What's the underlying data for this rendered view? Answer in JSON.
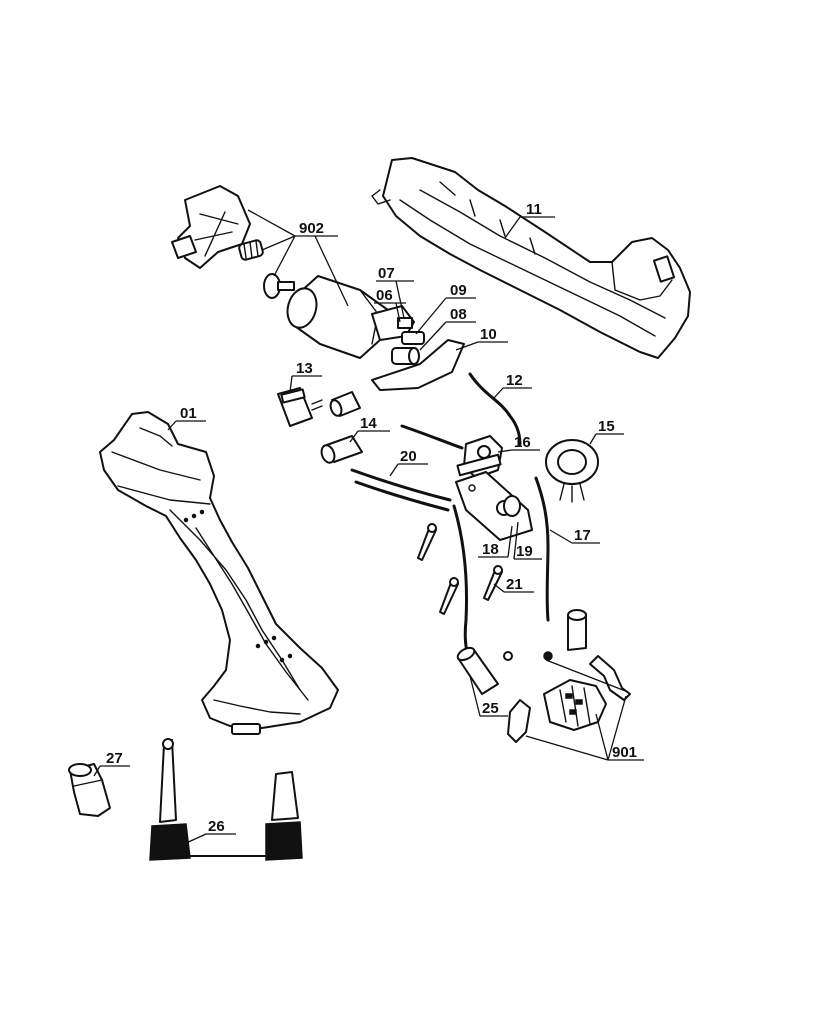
{
  "callouts": {
    "p01": "01",
    "p06": "06",
    "p07": "07",
    "p08": "08",
    "p09": "09",
    "p10": "10",
    "p11": "11",
    "p12": "12",
    "p13": "13",
    "p14": "14",
    "p15": "15",
    "p16": "16",
    "p17": "17",
    "p18": "18",
    "p19": "19",
    "p20": "20",
    "p21": "21",
    "p25": "25",
    "p26": "26",
    "p27": "27",
    "p901": "901",
    "p902": "902"
  }
}
